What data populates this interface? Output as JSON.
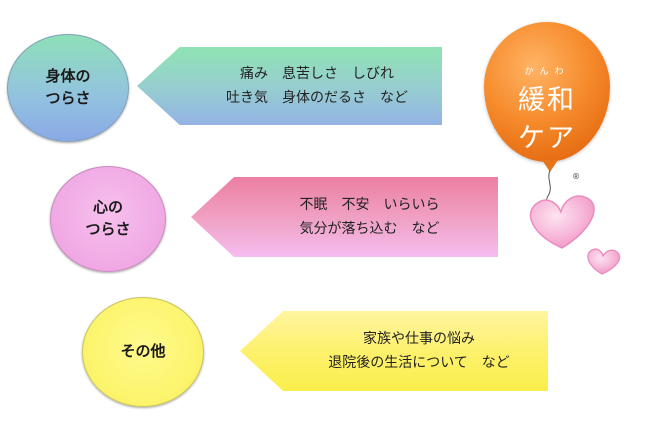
{
  "categories": [
    {
      "label_line1": "身体の",
      "label_line2": "つらさ",
      "detail_line1": "痛み　息苦しさ　しびれ",
      "detail_line2": "吐き気　身体のだるさ　など"
    },
    {
      "label_line1": "心の",
      "label_line2": "つらさ",
      "detail_line1": "不眠　不安　いらいら",
      "detail_line2": "気分が落ち込む　など"
    },
    {
      "label_line1": "その他",
      "detail_line1": "家族や仕事の悩み",
      "detail_line2": "退院後の生活について　など"
    }
  ],
  "logo": {
    "ruby": "かんわ",
    "line1": "緩和",
    "line2": "ケア",
    "mark": "®",
    "color": "#f68b2c"
  },
  "colors": {
    "physical": "#93c4de",
    "mental": "#f0a8e4",
    "other": "#fbf46a",
    "heart": "#f7b6d8"
  }
}
